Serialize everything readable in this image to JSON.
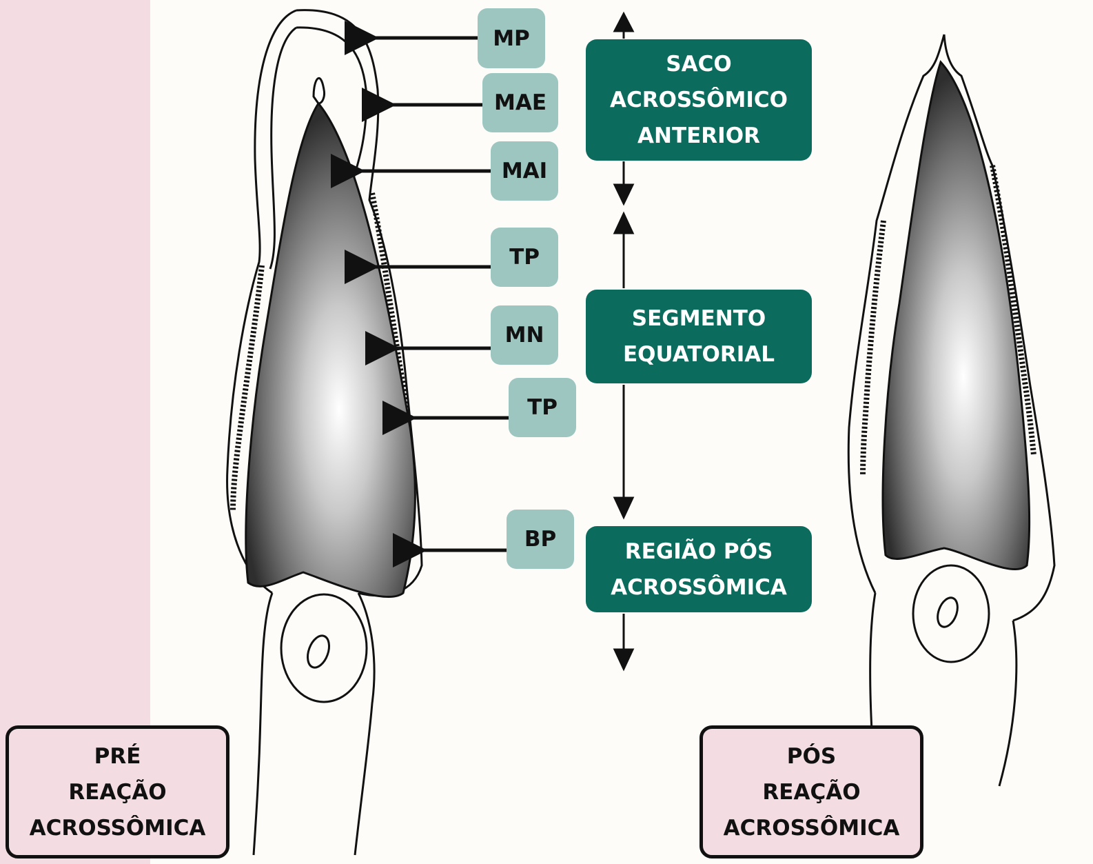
{
  "labels": {
    "mp": "MP",
    "mae": "MAE",
    "mai": "MAI",
    "tp1": "TP",
    "mn": "MN",
    "tp2": "TP",
    "bp": "BP"
  },
  "regions": {
    "anterior": [
      "SACO",
      "ACROSSÔMICO",
      "ANTERIOR"
    ],
    "equatorial": [
      "SEGMENTO",
      "EQUATORIAL"
    ],
    "post": [
      "REGIÃO PÓS",
      "ACROSSÔMICA"
    ]
  },
  "captions": {
    "pre": [
      "PRÉ",
      "REAÇÃO",
      "ACROSSÔMICA"
    ],
    "post": [
      "PÓS",
      "REAÇÃO",
      "ACROSSÔMICA"
    ]
  },
  "colors": {
    "side_band": "#f3dde2",
    "tag": "#9ec6c0",
    "region": "#0b6b5d",
    "caption_bg": "#f3dde2"
  }
}
